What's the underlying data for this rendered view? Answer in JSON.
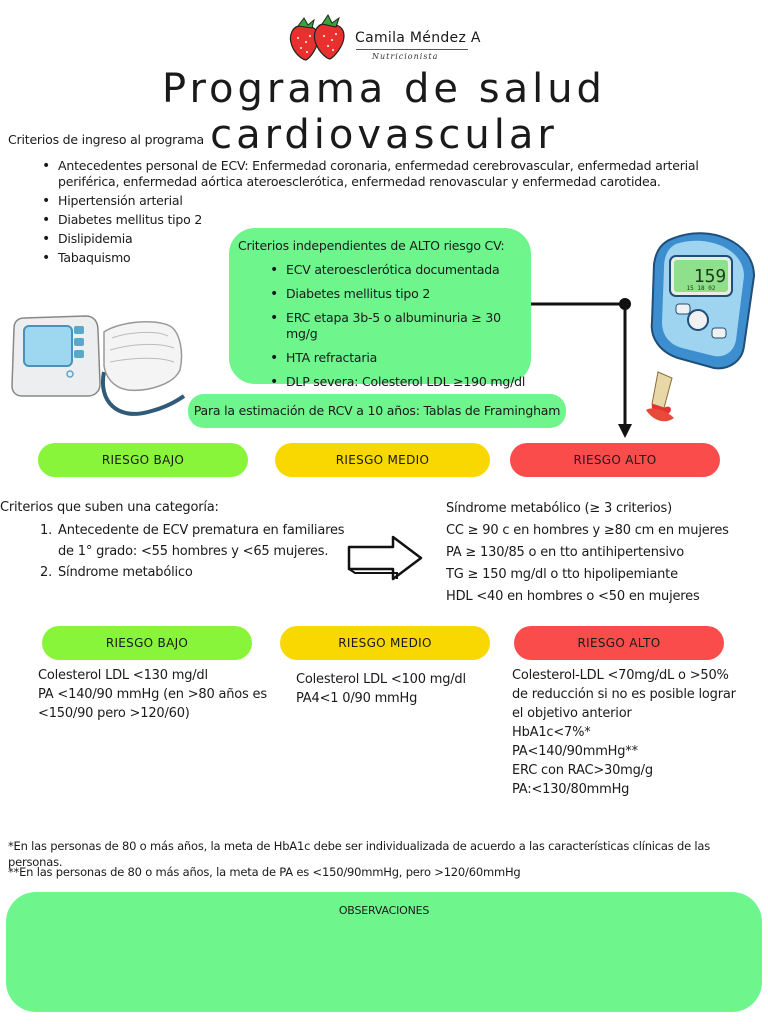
{
  "brand": {
    "name": "Camila Méndez A",
    "subtitle": "Nutricionista"
  },
  "title": "Programa de salud cardiovascular",
  "ingreso": {
    "heading": "Criterios de ingreso al programa",
    "items": [
      "Antecedentes personal de ECV: Enfermedad coronaria, enfermedad cerebrovascular, enfermedad arterial periférica, enfermedad aórtica ateroesclerótica, enfermedad renovascular y enfermedad carotidea.",
      "Hipertensión arterial",
      "Diabetes mellitus tipo 2",
      "Dislipidemia",
      "Tabaquismo"
    ]
  },
  "independientes": {
    "heading": "Criterios independientes de ALTO riesgo CV:",
    "items": [
      "ECV ateroesclerótica documentada",
      "Diabetes mellitus tipo 2",
      "ERC etapa 3b-5 o albuminuria ≥ 30 mg/g",
      "HTA refractaria",
      "DLP severa: Colesterol LDL ≥190 mg/dl"
    ]
  },
  "framingham": "Para la estimación de RCV a 10 años: Tablas de Framingham",
  "riesgo": {
    "bajo": "RIESGO BAJO",
    "medio": "RIESGO MEDIO",
    "alto": "RIESGO ALTO"
  },
  "categoria": {
    "heading": "Criterios que suben una categoría:",
    "items": [
      {
        "num": "1.",
        "text": "Antecedente de ECV prematura en familiares de 1° grado: <55 hombres y <65 mujeres."
      },
      {
        "num": "2.",
        "text": "Síndrome metabólico"
      }
    ]
  },
  "sindrome": {
    "lines": [
      "Síndrome metabólico (≥ 3 criterios)",
      "CC ≥ 90 c en hombres y ≥80 cm en mujeres",
      "PA ≥ 130/85 o en tto antihipertensivo",
      "TG ≥ 150 mg/dl o tto hipolipemiante",
      "HDL <40 en hombres o <50 en mujeres"
    ]
  },
  "metas": {
    "bajo": [
      "Colesterol LDL <130 mg/dl",
      "PA <140/90 mmHg (en >80 años es <150/90 pero >120/60)"
    ],
    "medio": [
      "Colesterol LDL <100 mg/dl",
      "PA4<1 0/90 mmHg"
    ],
    "alto": [
      "Colesterol-LDL <70mg/dL o >50% de reducción si no es posible lograr el objetivo anterior",
      "HbA1c<7%*",
      "PA<140/90mmHg**",
      "ERC con RAC>30mg/g",
      "PA:<130/80mmHg"
    ]
  },
  "footnotes": [
    "*En las personas de 80 o más años, la meta de HbA1c debe ser individualizada de acuerdo a las características clínicas de las personas.",
    "**En las personas de 80 o más años, la meta de PA es <150/90mmHg, pero >120/60mmHg"
  ],
  "observaciones": "OBSERVACIONES",
  "glucometer": {
    "reading": "159",
    "subreading": "15 18 02"
  },
  "colors": {
    "green_box": "#6ef58c",
    "risk_low": "#88f53b",
    "risk_mid": "#f8d800",
    "risk_high": "#fb4c4c"
  }
}
